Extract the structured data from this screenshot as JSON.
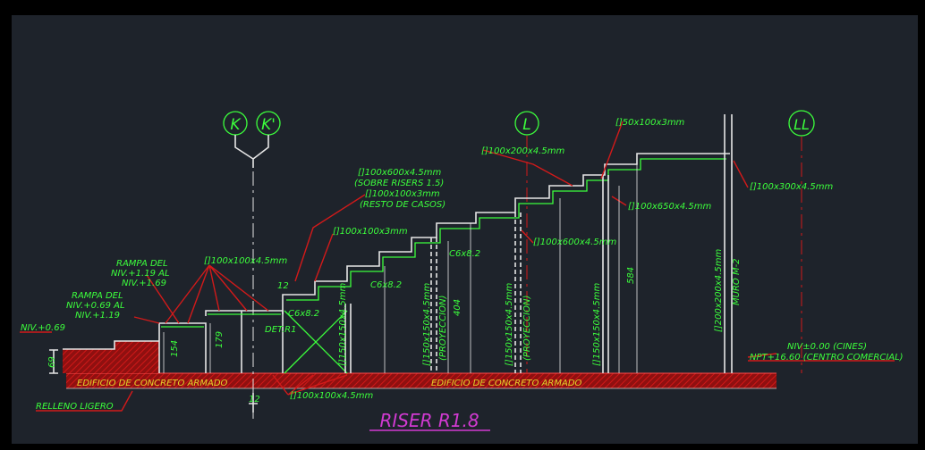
{
  "axes": {
    "k": "K",
    "kp": "K'",
    "l": "L",
    "ll": "LL"
  },
  "title": "RISER  R1.8",
  "labels": {
    "niv_069": "NIV.+0.69",
    "rampa1_a": "RAMPA  DEL",
    "rampa1_b": "NIV.+0.69  AL",
    "rampa1_c": "NIV.+1.19",
    "rampa2_a": "RAMPA  DEL",
    "rampa2_b": "NIV.+1.19  AL",
    "rampa2_c": "NIV.+1.69",
    "ptr_100x100x45_top": "[]100x100x4.5mm",
    "dim_12_top": "12",
    "c6x82_a": "C6x8.2",
    "det_r1": "DET.R1",
    "dim_154": "154",
    "dim_179": "179",
    "dim_69": "69",
    "edificio_a": "EDIFICIO  DE  CONCRETO  ARMADO",
    "edificio_b": "EDIFICIO  DE  CONCRETO  ARMADO",
    "relleno": "RELLENO  LIGERO",
    "dim_12_bot": "12",
    "ptr_100x100x45_bot": "[]100x100x4.5mm",
    "ptr_100x100x3": "[]100x100x3mm",
    "ptr_150x150_a": "[]150x150x4.5mm",
    "c6x82_b": "C6x8.2",
    "sobre_a": "[]100x600x4.5mm",
    "sobre_b": "(SOBRE  RISERS  1.5)",
    "sobre_c": "[]100x100x3mm",
    "sobre_d": "(RESTO  DE  CASOS)",
    "c6x82_c": "C6x8.2",
    "ptr_150x150_b": "[]150x150x4.5mm",
    "proyeccion_a": "(PROYECCION)",
    "dim_404": "404",
    "ptr_100x200": "[]100x200x4.5mm",
    "ptr_100x600": "[]100x600x4.5mm",
    "ptr_150x150_c": "[]150x150x4.5mm",
    "proyeccion_b": "(PROYECCION)",
    "ptr_50x100": "[]50x100x3mm",
    "ptr_100x650": "[]100x650x4.5mm",
    "ptr_150x150_d": "[]150x150x4.5mm",
    "dim_584": "584",
    "ptr_200x200": "[]200x200x4.5mm",
    "muro": "MURO  M-2",
    "ptr_100x300": "[]100x300x4.5mm",
    "niv_cines": "NIV±0.00  (CINES)",
    "npt_comercial": "NPT+16.60  (CENTRO  COMERCIAL)"
  },
  "colors": {
    "background": "#1e232b",
    "structure": "#e6e6e6",
    "annotation": "#3cff3c",
    "leader": "#d21a1a",
    "concrete_label": "#e3d22a",
    "title": "#d23ad2"
  }
}
